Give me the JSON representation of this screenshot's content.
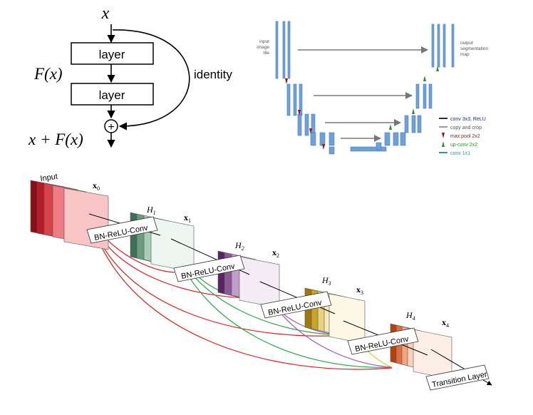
{
  "resblock": {
    "input_label": "x",
    "layer1_label": "layer",
    "layer2_label": "layer",
    "function_label": "F(x)",
    "identity_label": "identity",
    "output_label": "x + F(x)",
    "plus_symbol": "+"
  },
  "unet": {
    "input_label_lines": [
      "input",
      "image",
      "tile"
    ],
    "output_label_lines": [
      "output",
      "segmentation",
      "map"
    ],
    "legend": [
      {
        "label": "conv 3x3, ReLU",
        "color": "#1f2a6b"
      },
      {
        "label": "copy and crop",
        "color": "#9a9a9a"
      },
      {
        "label": "max pool 2x2",
        "color": "#8b1a1a"
      },
      {
        "label": "up-conv 2x2",
        "color": "#2e8b2e"
      },
      {
        "label": "conv 1x1",
        "color": "#2a9a8a"
      }
    ]
  },
  "densenet": {
    "input_label": "Input",
    "feature_labels": [
      "x",
      "x",
      "x",
      "x",
      "x"
    ],
    "feature_subscripts": [
      "0",
      "1",
      "2",
      "3",
      "4"
    ],
    "layer_labels": [
      "H",
      "H",
      "H",
      "H"
    ],
    "layer_subscripts": [
      "1",
      "2",
      "3",
      "4"
    ],
    "conv_labels": [
      "BN-ReLU-Conv",
      "BN-ReLU-Conv",
      "BN-ReLU-Conv",
      "BN-ReLU-Conv"
    ],
    "transition_label": "Transition Layer",
    "stack_colors": [
      [
        "#8b0e16",
        "#b51d26",
        "#d9424a",
        "#ee7c82",
        "#f8c4c6"
      ],
      [
        "#3f6f54",
        "#6b9c7f",
        "#a9cdb6",
        "#d4e8dc",
        "#eef6f1"
      ],
      [
        "#5a2463",
        "#8d5896",
        "#c29fc8",
        "#e2d0e5",
        "#f4ecf5"
      ],
      [
        "#9c7a10",
        "#c8a42a",
        "#e9d27e",
        "#f6e9bd",
        "#fdf8e6"
      ],
      [
        "#b3410f",
        "#dc6f3d",
        "#f2a57f",
        "#f9d1bb",
        "#fdeee5"
      ]
    ],
    "connection_colors": [
      "#e41a1c",
      "#2aa84a",
      "#a05cb4",
      "#e8c21a"
    ]
  }
}
